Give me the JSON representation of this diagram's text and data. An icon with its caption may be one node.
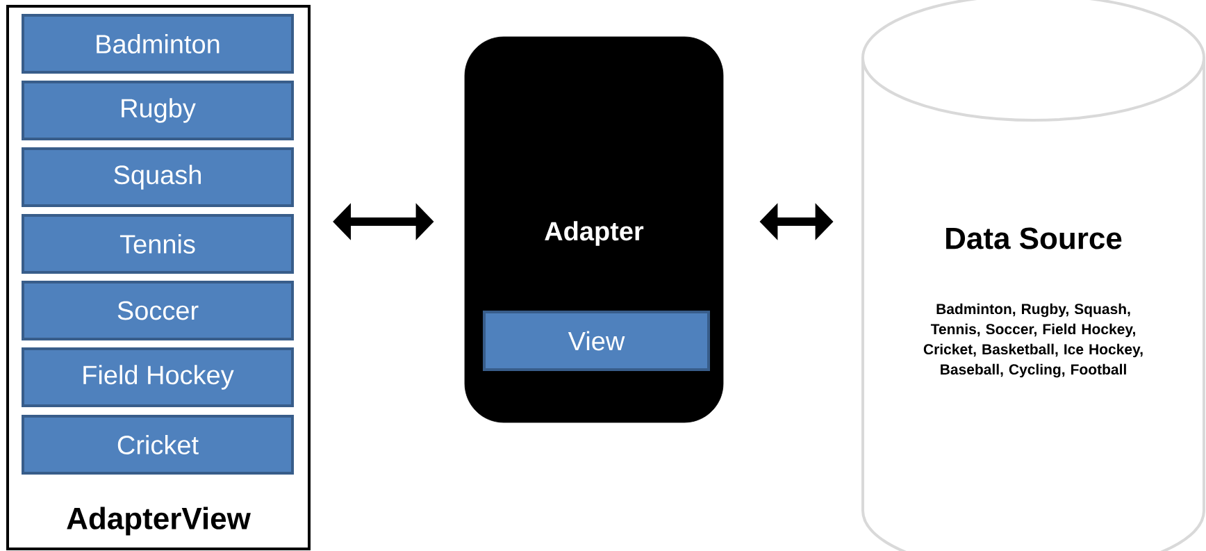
{
  "diagram": {
    "nodes": [
      {
        "text": [
          "AdapterView"
        ]
      },
      {
        "text": [
          "Badminton"
        ],
        "in": 0
      },
      {
        "text": [
          "Rugby"
        ],
        "in": 0
      },
      {
        "text": [
          "Squash"
        ],
        "in": 0
      },
      {
        "text": [
          "Tennis"
        ],
        "in": 0
      },
      {
        "text": [
          "Soccer"
        ],
        "in": 0
      },
      {
        "text": [
          "Field Hockey"
        ],
        "in": 0
      },
      {
        "text": [
          "Cricket"
        ],
        "in": 0
      },
      {
        "text": [
          "Adapter"
        ]
      },
      {
        "text": [
          "View"
        ],
        "in": 8
      },
      {
        "text": [
          "Data Source",
          "Badminton, Rugby, Squash, Tennis, Soccer, Field Hockey, Cricket, Basketball, Ice Hockey, Baseball, Cycling, Football"
        ]
      }
    ],
    "edges": [
      {
        "from": 0,
        "to": 8,
        "arrow": "both"
      },
      {
        "from": 8,
        "to": 10,
        "arrow": "both"
      }
    ]
  }
}
